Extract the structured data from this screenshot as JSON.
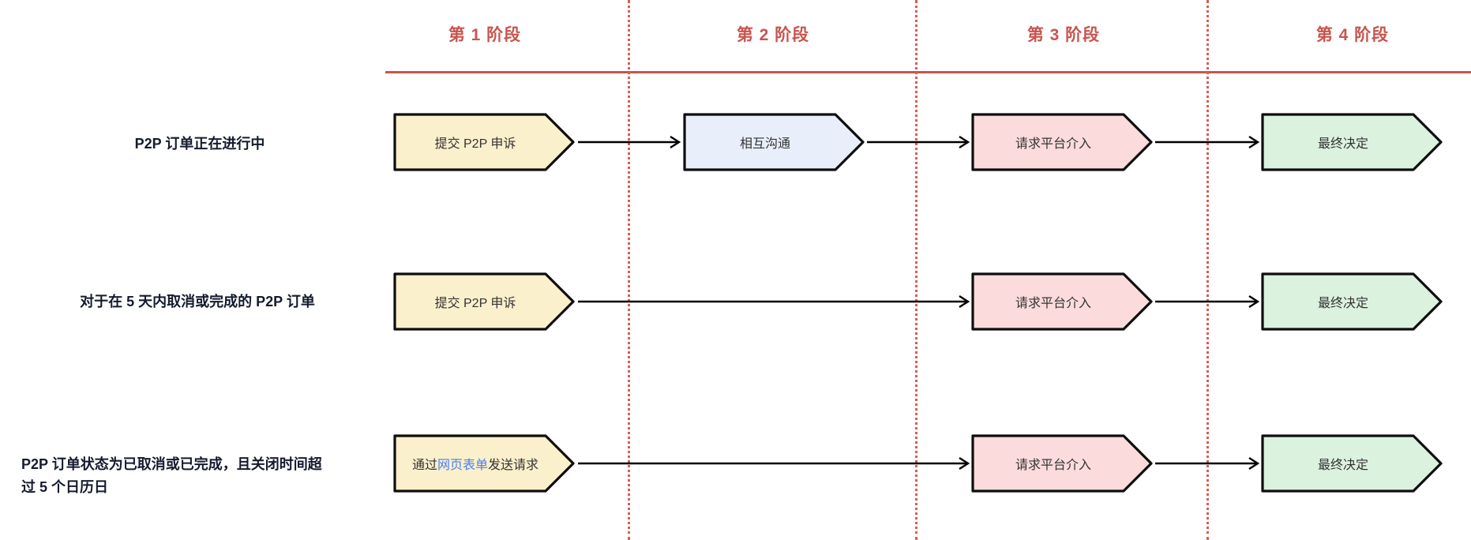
{
  "stages": [
    {
      "label": "第 1 阶段"
    },
    {
      "label": "第 2 阶段"
    },
    {
      "label": "第 3 阶段"
    },
    {
      "label": "第 4 阶段"
    }
  ],
  "rows": [
    {
      "label": "P2P 订单正在进行中",
      "steps": {
        "stage1": "提交 P2P 申诉",
        "stage2": "相互沟通",
        "stage3": "请求平台介入",
        "stage4": "最终决定"
      }
    },
    {
      "label": "对于在 5 天内取消或完成的 P2P 订单",
      "steps": {
        "stage1": "提交 P2P 申诉",
        "stage3": "请求平台介入",
        "stage4": "最终决定"
      }
    },
    {
      "label_line1": "P2P 订单状态为已取消或已完成，且关闭时间超",
      "label_line2": "过 5 个日历日",
      "steps": {
        "stage1_prefix": "通过",
        "stage1_link": "网页表单",
        "stage1_suffix": "发送请求",
        "stage3": "请求平台介入",
        "stage4": "最终决定"
      }
    }
  ],
  "colors": {
    "stage_accent_red": "#c7554e",
    "separator_dotted_red": "#dc5b53",
    "box_fill_yellow": "#faf0cb",
    "box_fill_blue": "#e9effa",
    "box_fill_pink": "#fbdbdb",
    "box_fill_green": "#dbf2df",
    "box_border": "#0e0e0e",
    "box_text": "#333333",
    "row_label_text": "#141b2e",
    "link_blue": "#4b7cf3",
    "arrow_black": "#000000"
  }
}
